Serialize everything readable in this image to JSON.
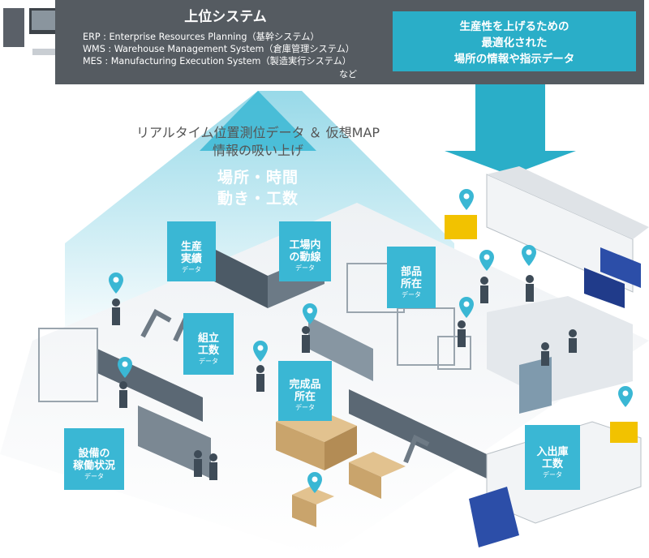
{
  "top_system": {
    "title": "上位システム",
    "systems": [
      "ERP : Enterprise Resources Planning（基幹システム）",
      "WMS : Warehouse Management System（倉庫管理システム）",
      "MES : Manufacturing Execution System（製造実行システム）"
    ],
    "etc": "など"
  },
  "output_box": {
    "lines": [
      "生産性を上げるための",
      "最適化された",
      "場所の情報や指示データ"
    ]
  },
  "collection": {
    "caption_lines": [
      "リアルタイム位置測位データ ＆ 仮想MAP",
      "情報の吸い上げ"
    ],
    "big_lines": [
      "場所・時間",
      "動き・工数"
    ]
  },
  "data_label_suffix": "データ",
  "tags": [
    {
      "lines": [
        "生産",
        "実績"
      ]
    },
    {
      "lines": [
        "工場内",
        "の動線"
      ]
    },
    {
      "lines": [
        "部品",
        "所在"
      ]
    },
    {
      "lines": [
        "組立",
        "工数"
      ]
    },
    {
      "lines": [
        "完成品",
        "所在"
      ]
    },
    {
      "lines": [
        "設備の",
        "稼働状況"
      ]
    },
    {
      "lines": [
        "入出庫",
        "工数"
      ]
    }
  ],
  "colors": {
    "banner": "#555b61",
    "accent": "#2aaec8",
    "tag": "#3ab7d4"
  }
}
